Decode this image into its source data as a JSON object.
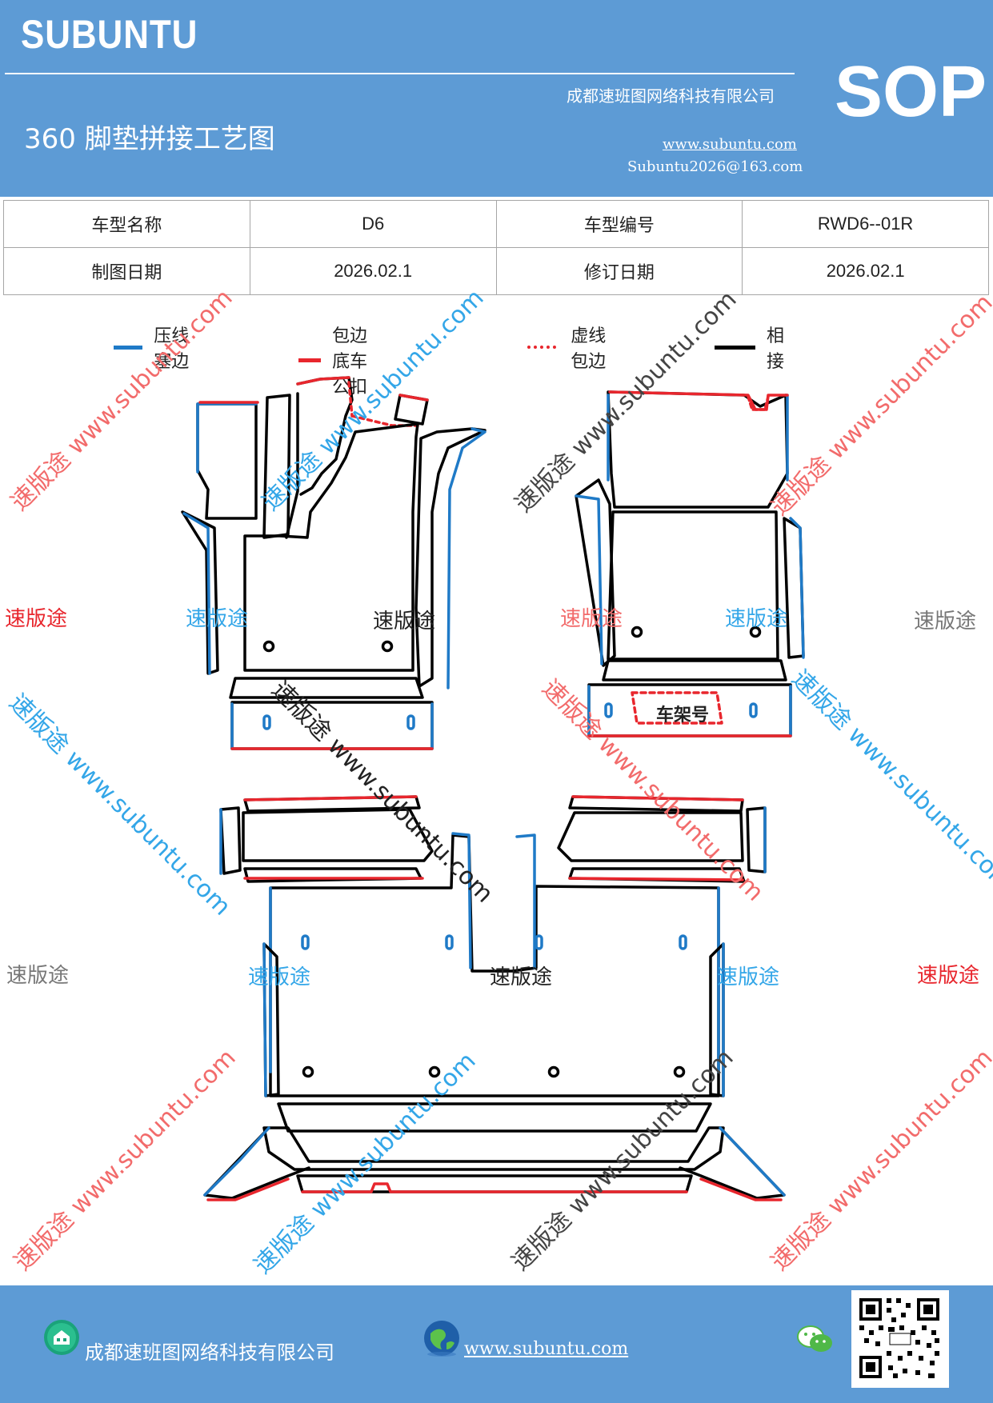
{
  "header": {
    "brand": "SUBUNTU",
    "sop": "SOP",
    "title": "360 脚垫拼接工艺图",
    "company": "成都速班图网络科技有限公司",
    "website": "www.subuntu.com",
    "email": "Subuntu2026@163.com"
  },
  "info_table": {
    "rows": [
      [
        "车型名称",
        "D6",
        "车型编号",
        "RWD6--01R"
      ],
      [
        "制图日期",
        "2026.02.1",
        "修订日期",
        "2026.02.1"
      ]
    ]
  },
  "legend": [
    {
      "label": "压线塞边",
      "color": "#1f7ac7",
      "style": "solid"
    },
    {
      "label": "包边底车公扣",
      "color": "#e8262d",
      "style": "solid"
    },
    {
      "label": "虚线包边",
      "color": "#e8262d",
      "style": "dashed"
    },
    {
      "label": "相接",
      "color": "#000000",
      "style": "solid"
    }
  ],
  "drawing": {
    "label_chassis": "车架号"
  },
  "watermarks": {
    "text": "速版途",
    "diagonal": "速版途 www.subuntu.com"
  },
  "footer": {
    "company": "成都速班图网络科技有限公司",
    "website": "www.subuntu.com "
  },
  "colors": {
    "brand_blue": "#5d9bd5",
    "press_line": "#1f7ac7",
    "edge_red": "#e8262d"
  },
  "icons": [
    "building-icon",
    "globe-icon",
    "wechat-icon",
    "qr-code"
  ]
}
